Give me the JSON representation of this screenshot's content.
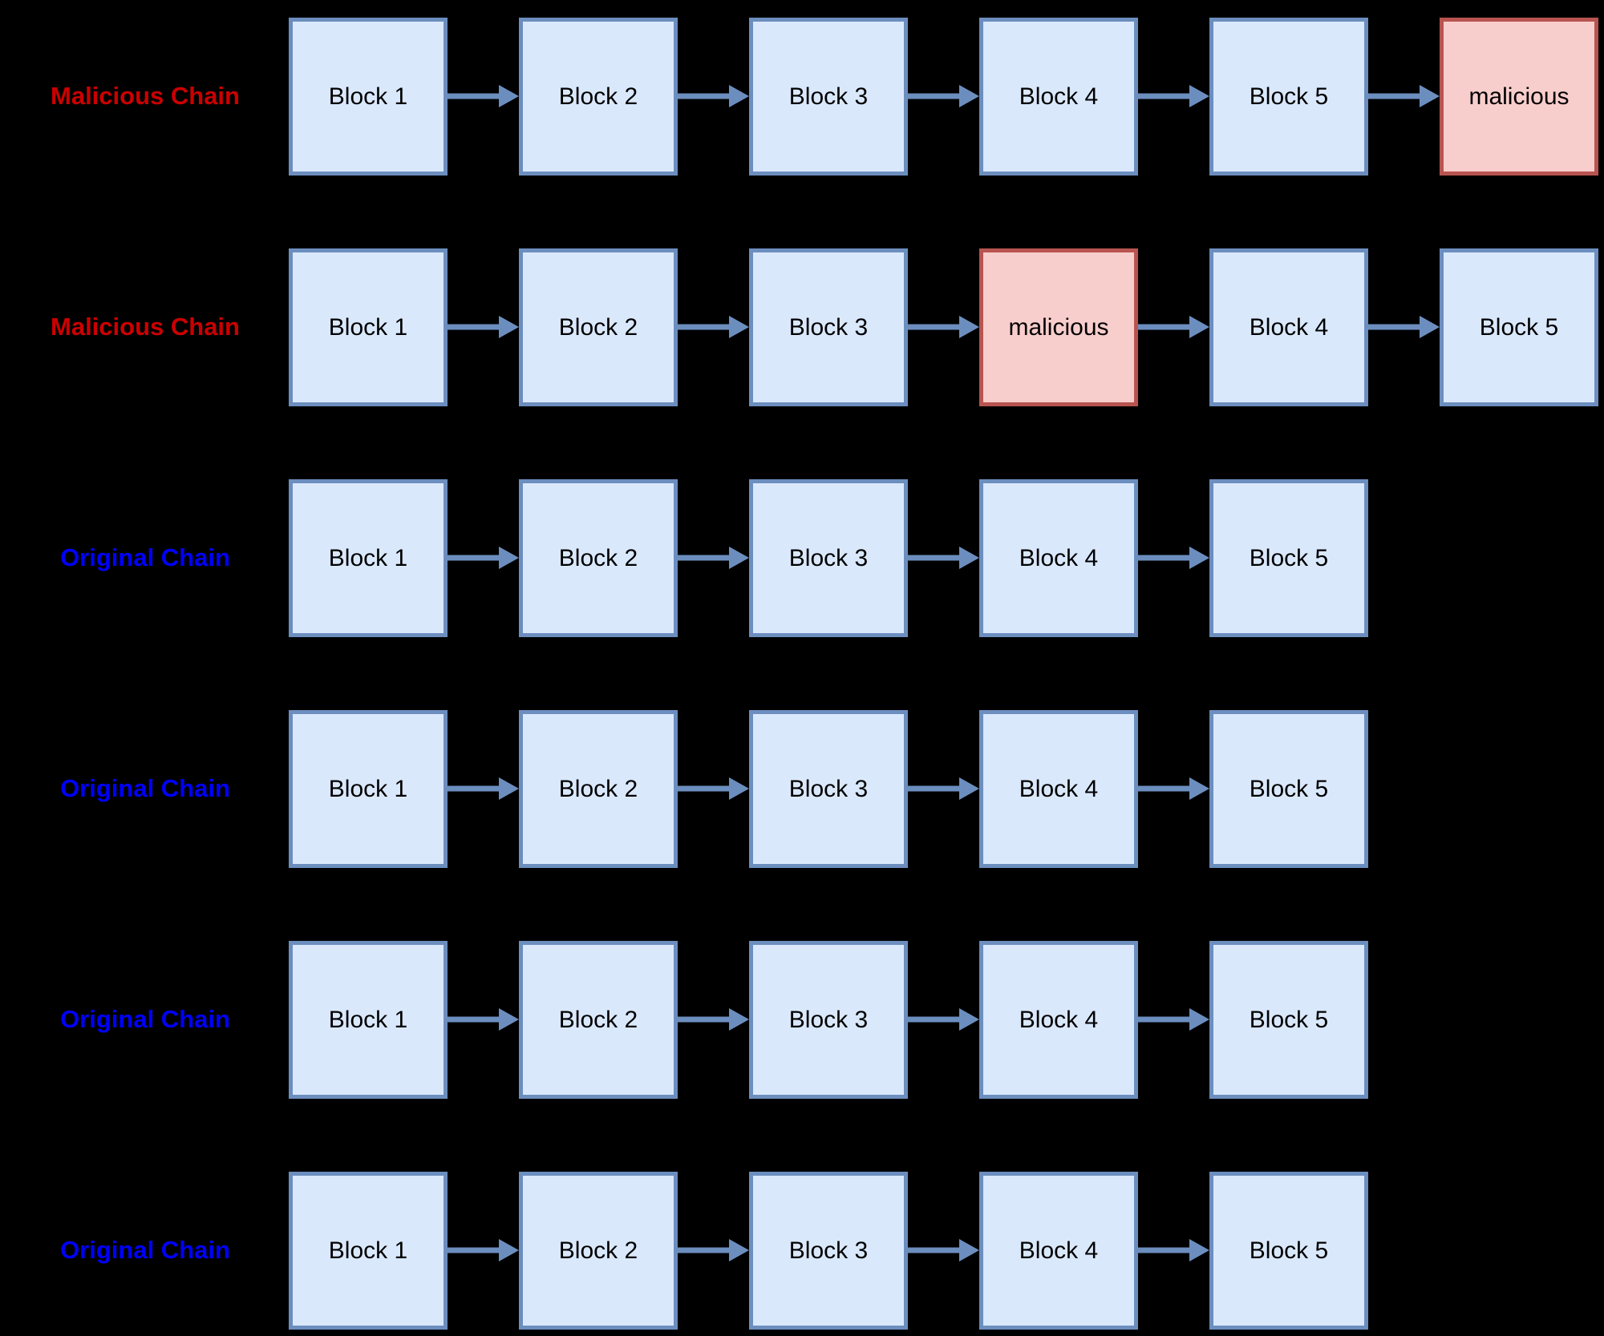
{
  "diagram": {
    "colors": {
      "background": "#000000",
      "block_fill": "#dae8fc",
      "block_stroke": "#6c8ebf",
      "malicious_block_fill": "#f8cecc",
      "malicious_block_stroke": "#b85450",
      "arrow": "#6c8ebf",
      "malicious_label": "#cc0000",
      "original_label": "#0000ff",
      "block_text": "#000000"
    },
    "rows": [
      {
        "label": "Malicious Chain",
        "kind": "malicious",
        "blocks": [
          {
            "text": "Block 1",
            "malicious": false
          },
          {
            "text": "Block 2",
            "malicious": false
          },
          {
            "text": "Block 3",
            "malicious": false
          },
          {
            "text": "Block 4",
            "malicious": false
          },
          {
            "text": "Block 5",
            "malicious": false
          },
          {
            "text": "malicious",
            "malicious": true
          }
        ]
      },
      {
        "label": "Malicious Chain",
        "kind": "malicious",
        "blocks": [
          {
            "text": "Block 1",
            "malicious": false
          },
          {
            "text": "Block 2",
            "malicious": false
          },
          {
            "text": "Block 3",
            "malicious": false
          },
          {
            "text": "malicious",
            "malicious": true
          },
          {
            "text": "Block 4",
            "malicious": false
          },
          {
            "text": "Block 5",
            "malicious": false
          }
        ]
      },
      {
        "label": "Original Chain",
        "kind": "original",
        "blocks": [
          {
            "text": "Block 1",
            "malicious": false
          },
          {
            "text": "Block 2",
            "malicious": false
          },
          {
            "text": "Block 3",
            "malicious": false
          },
          {
            "text": "Block 4",
            "malicious": false
          },
          {
            "text": "Block 5",
            "malicious": false
          }
        ]
      },
      {
        "label": "Original Chain",
        "kind": "original",
        "blocks": [
          {
            "text": "Block 1",
            "malicious": false
          },
          {
            "text": "Block 2",
            "malicious": false
          },
          {
            "text": "Block 3",
            "malicious": false
          },
          {
            "text": "Block 4",
            "malicious": false
          },
          {
            "text": "Block 5",
            "malicious": false
          }
        ]
      },
      {
        "label": "Original Chain",
        "kind": "original",
        "blocks": [
          {
            "text": "Block 1",
            "malicious": false
          },
          {
            "text": "Block 2",
            "malicious": false
          },
          {
            "text": "Block 3",
            "malicious": false
          },
          {
            "text": "Block 4",
            "malicious": false
          },
          {
            "text": "Block 5",
            "malicious": false
          }
        ]
      },
      {
        "label": "Original Chain",
        "kind": "original",
        "blocks": [
          {
            "text": "Block 1",
            "malicious": false
          },
          {
            "text": "Block 2",
            "malicious": false
          },
          {
            "text": "Block 3",
            "malicious": false
          },
          {
            "text": "Block 4",
            "malicious": false
          },
          {
            "text": "Block 5",
            "malicious": false
          }
        ]
      }
    ]
  }
}
